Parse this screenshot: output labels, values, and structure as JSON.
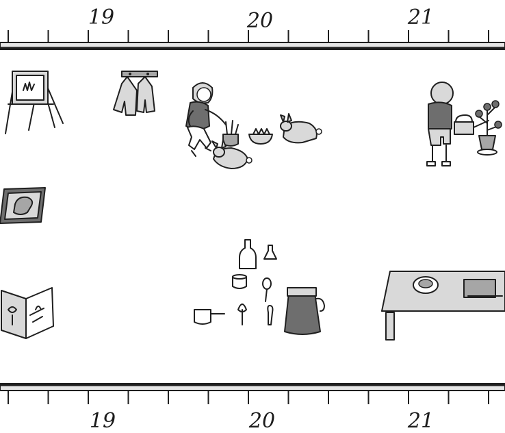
{
  "timeline": {
    "top_labels": [
      {
        "text": "19",
        "value": 19
      },
      {
        "text": "20",
        "value": 20
      },
      {
        "text": "21",
        "value": 21
      }
    ],
    "bottom_labels": [
      {
        "text": "19",
        "value": 19
      },
      {
        "text": "20",
        "value": 20
      },
      {
        "text": "21",
        "value": 21
      }
    ]
  },
  "illustrations": [
    "easel-icon",
    "coat-hook-icon",
    "child-feeding-rabbits-icon",
    "child-watering-plant-icon",
    "puzzle-tray-icon",
    "picture-book-icon",
    "kitchen-utensils-icon",
    "table-icon"
  ],
  "colors": {
    "ink": "#1f1f1f",
    "light_grey": "#d9d9d9",
    "mid_grey": "#a6a6a6",
    "dark_grey": "#6e6e6e"
  }
}
